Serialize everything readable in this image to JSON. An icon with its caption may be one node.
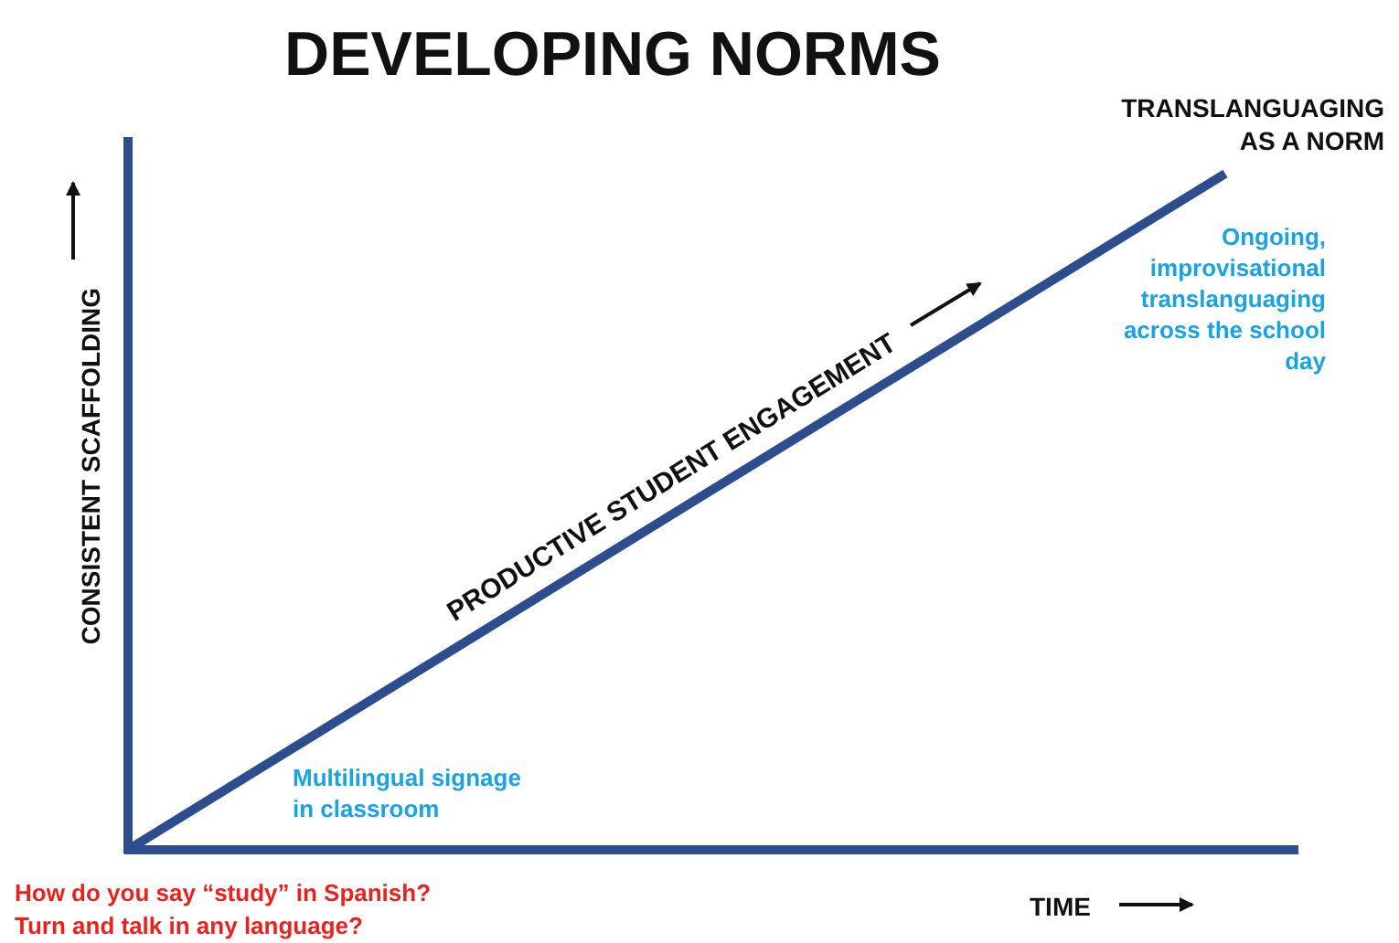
{
  "diagram": {
    "title": "DEVELOPING NORMS",
    "labels": [
      "TRANSLANGUAGING AS A NORM",
      "Ongoing, improvisational translanguaging across the school day",
      "PRODUCTIVE STUDENT ENGAGEMENT",
      "CONSISTENT SCAFFOLDING",
      "Multilingual signage in classroom",
      "How do you say “study” in Spanish?",
      "Turn and talk in any language?",
      "TIME"
    ]
  }
}
